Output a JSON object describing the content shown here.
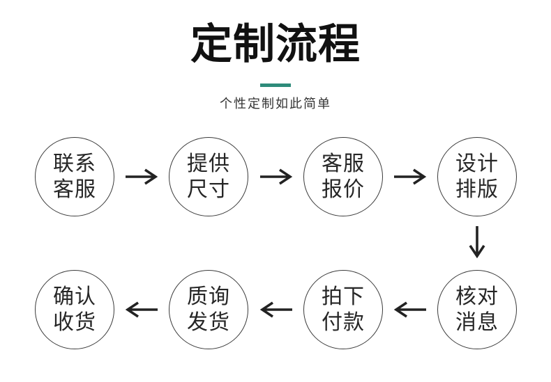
{
  "header": {
    "title": "定制流程",
    "subtitle": "个性定制如此简单"
  },
  "colors": {
    "background": "#FFFFFF",
    "accent_divider": "#2E8B7A",
    "title_text": "#111111",
    "node_text": "#262626",
    "node_border": "#3A3A3A",
    "arrow": "#222222"
  },
  "flow": {
    "steps": [
      {
        "order": 1,
        "line1": "联系",
        "line2": "客服",
        "label": "联系客服"
      },
      {
        "order": 2,
        "line1": "提供",
        "line2": "尺寸",
        "label": "提供尺寸"
      },
      {
        "order": 3,
        "line1": "客服",
        "line2": "报价",
        "label": "客服报价"
      },
      {
        "order": 4,
        "line1": "设计",
        "line2": "排版",
        "label": "设计排版"
      },
      {
        "order": 5,
        "line1": "核对",
        "line2": "消息",
        "label": "核对消息"
      },
      {
        "order": 6,
        "line1": "拍下",
        "line2": "付款",
        "label": "拍下付款"
      },
      {
        "order": 7,
        "line1": "质询",
        "line2": "发货",
        "label": "质询发货"
      },
      {
        "order": 8,
        "line1": "确认",
        "line2": "收货",
        "label": "确认收货"
      }
    ],
    "connections": [
      {
        "from": "联系客服",
        "to": "提供尺寸",
        "direction": "right"
      },
      {
        "from": "提供尺寸",
        "to": "客服报价",
        "direction": "right"
      },
      {
        "from": "客服报价",
        "to": "设计排版",
        "direction": "right"
      },
      {
        "from": "设计排版",
        "to": "核对消息",
        "direction": "down"
      },
      {
        "from": "核对消息",
        "to": "拍下付款",
        "direction": "left"
      },
      {
        "from": "拍下付款",
        "to": "质询发货",
        "direction": "left"
      },
      {
        "from": "质询发货",
        "to": "确认收货",
        "direction": "left"
      }
    ]
  }
}
